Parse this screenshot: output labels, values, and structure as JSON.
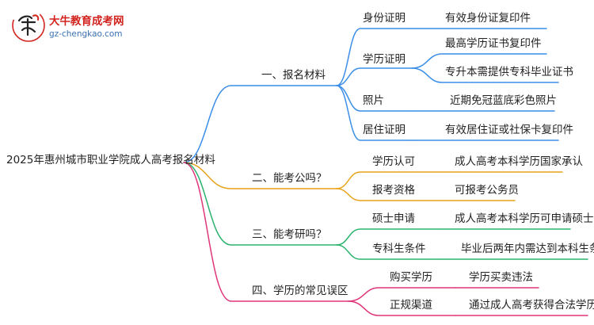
{
  "logo": {
    "title": "大牛教育成考网",
    "url": "gz-chengkao.com"
  },
  "root": "2025年惠州城市职业学院成人高考报名材料",
  "colors": {
    "branch1": "#3b8ee8",
    "branch2": "#e8a21a",
    "branch3": "#2db36e",
    "branch4": "#e0357a"
  },
  "branches": [
    {
      "label": "一、报名材料",
      "items": [
        {
          "label": "身份证明",
          "leaves": [
            "有效身份证复印件"
          ]
        },
        {
          "label": "学历证明",
          "leaves": [
            "最高学历证书复印件",
            "专升本需提供专科毕业证书"
          ]
        },
        {
          "label": "照片",
          "leaves": [
            "近期免冠蓝底彩色照片"
          ]
        },
        {
          "label": "居住证明",
          "leaves": [
            "有效居住证或社保卡复印件"
          ]
        }
      ]
    },
    {
      "label": "二、能考公吗？",
      "items": [
        {
          "label": "学历认可",
          "leaves": [
            "成人高考本科学历国家承认"
          ]
        },
        {
          "label": "报考资格",
          "leaves": [
            "可报考公务员"
          ]
        }
      ]
    },
    {
      "label": "三、能考研吗？",
      "items": [
        {
          "label": "硕士申请",
          "leaves": [
            "成人高考本科学历可申请硕士"
          ]
        },
        {
          "label": "专科生条件",
          "leaves": [
            "毕业后两年内需达到本科生条件"
          ]
        }
      ]
    },
    {
      "label": "四、学历的常见误区",
      "items": [
        {
          "label": "购买学历",
          "leaves": [
            "学历买卖违法"
          ]
        },
        {
          "label": "正规渠道",
          "leaves": [
            "通过成人高考获得合法学历"
          ]
        }
      ]
    }
  ]
}
